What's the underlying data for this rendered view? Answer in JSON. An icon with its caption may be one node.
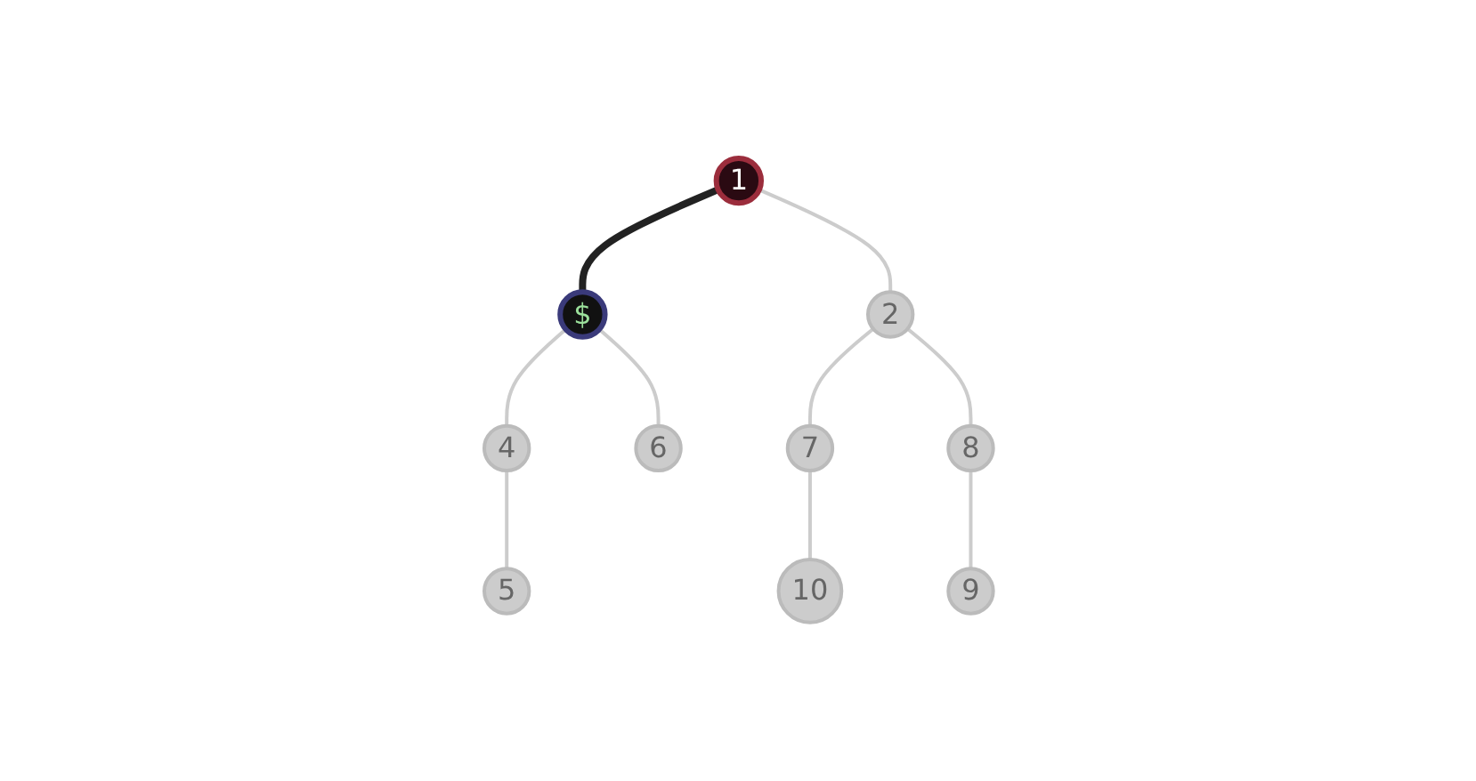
{
  "diagram": {
    "nodes": [
      {
        "text": [
          "1"
        ]
      },
      {
        "text": [
          "$"
        ]
      },
      {
        "text": [
          "2"
        ]
      },
      {
        "text": [
          "4"
        ]
      },
      {
        "text": [
          "6"
        ]
      },
      {
        "text": [
          "7"
        ]
      },
      {
        "text": [
          "8"
        ]
      },
      {
        "text": [
          "5"
        ]
      },
      {
        "text": [
          "10"
        ]
      },
      {
        "text": [
          "9"
        ]
      }
    ],
    "edges": [
      {
        "from": 0,
        "to": 1,
        "arrow": "none",
        "style": "thick",
        "color": "#222222"
      },
      {
        "from": 0,
        "to": 2,
        "arrow": "none"
      },
      {
        "from": 1,
        "to": 3,
        "arrow": "none"
      },
      {
        "from": 1,
        "to": 4,
        "arrow": "none"
      },
      {
        "from": 2,
        "to": 5,
        "arrow": "none"
      },
      {
        "from": 2,
        "to": 6,
        "arrow": "none"
      },
      {
        "from": 3,
        "to": 7,
        "arrow": "none"
      },
      {
        "from": 5,
        "to": 8,
        "arrow": "none"
      },
      {
        "from": 6,
        "to": 9,
        "arrow": "none"
      }
    ]
  }
}
